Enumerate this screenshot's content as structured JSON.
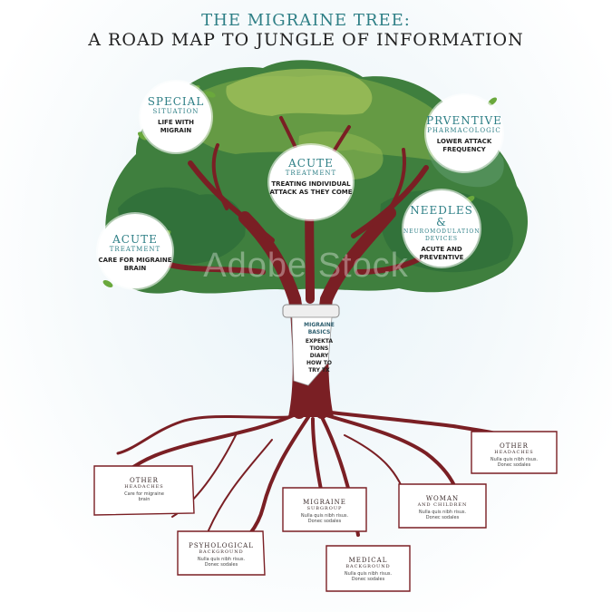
{
  "title": {
    "line1": "THE MIGRAINE TREE:",
    "line2": "A ROAD MAP TO JUNGLE OF INFORMATION"
  },
  "circles": {
    "special": {
      "heading": "SPECIAL",
      "sub": "SITUATION",
      "body_lines": [
        "LIFE WITH",
        "MIGRAIN"
      ]
    },
    "acute_center": {
      "heading": "ACUTE",
      "sub": "TREATMENT",
      "body_lines": [
        "TREATING INDIVIDUAL",
        "ATTACK AS THEY COME"
      ]
    },
    "preventive": {
      "heading": "PRVENTIVE",
      "sub": "PHARMACOLOGIC",
      "body_lines": [
        "LOWER ATTACK",
        "FREQUENCY"
      ]
    },
    "needles": {
      "heading": "NEEDLES &",
      "sub": "NEUROMODULATION DEVICES",
      "body_lines": [
        "ACUTE AND",
        "PREVENTIVE"
      ]
    },
    "acute_left": {
      "heading": "ACUTE",
      "sub": "TREATMENT",
      "body_lines": [
        "CARE FOR MIGRAINE",
        "BRAIN"
      ]
    }
  },
  "trunk": {
    "heading_lines": [
      "MIGRAINE",
      "BASICS"
    ],
    "body_lines": [
      "EXPEKTA",
      "TIONS",
      "DIARY",
      "HOW TO",
      "TRY TX"
    ]
  },
  "roots": {
    "other_left": {
      "heading": "OTHER",
      "sub": "HEADACHES",
      "body_lines": [
        "Care for migraine",
        "brain"
      ]
    },
    "psychological": {
      "heading": "PSYHOLOGICAL",
      "sub": "BACKGROUND",
      "body_lines": [
        "Nulla quis nibh risus.",
        "Donec sodales"
      ]
    },
    "subgroup": {
      "heading": "MIGRAINE",
      "sub": "SUBGROUP",
      "body_lines": [
        "Nulla quis nibh risus.",
        "Donec sodales"
      ]
    },
    "medical": {
      "heading": "MEDICAL",
      "sub": "BACKGROUND",
      "body_lines": [
        "Nulla quis nibh risus.",
        "Donec sodales"
      ]
    },
    "woman": {
      "heading": "WOMAN",
      "sub": "AND CHILDREN",
      "body_lines": [
        "Nulla quis nibh risus.",
        "Donec sodales"
      ]
    },
    "other_right": {
      "heading": "OTHER",
      "sub": "HEADACHES",
      "body_lines": [
        "Nulla quis nibh risus.",
        "Donec sodales"
      ]
    }
  },
  "watermark": "Adobe Stock",
  "colors": {
    "accent": "#2e7f86",
    "trunk": "#7a1f24",
    "leaf_dark": "#2f6f3a",
    "leaf_mid": "#4f8f3e",
    "leaf_light": "#9fbf5a"
  }
}
